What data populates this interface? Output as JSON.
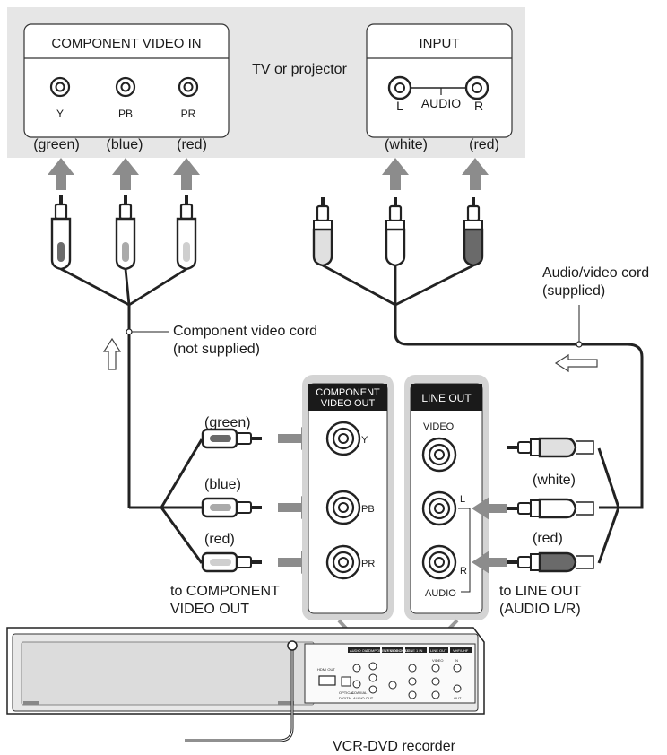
{
  "tv": {
    "name": "TV or projector",
    "component_panel": {
      "title": "COMPONENT VIDEO IN",
      "jacks": [
        {
          "label": "Y",
          "color": "(green)"
        },
        {
          "label": "PB",
          "color": "(blue)"
        },
        {
          "label": "PR",
          "color": "(red)"
        }
      ]
    },
    "input_panel": {
      "title": "INPUT",
      "left": "L",
      "audio": "AUDIO",
      "right": "R",
      "colors": [
        "(white)",
        "(red)"
      ]
    }
  },
  "cords": {
    "component": [
      "Component video cord",
      "(not supplied)"
    ],
    "av": [
      "Audio/video cord",
      "(supplied)"
    ]
  },
  "component_plugs": {
    "colors": [
      "(green)",
      "(blue)",
      "(red)"
    ],
    "target": [
      "to COMPONENT",
      "VIDEO OUT"
    ]
  },
  "recorder_panels": {
    "component_out": {
      "title": [
        "COMPONENT",
        "VIDEO OUT"
      ],
      "jacks": [
        "Y",
        "PB",
        "PR"
      ]
    },
    "line_out": {
      "title": "LINE OUT",
      "video": "VIDEO",
      "left": "L",
      "right": "R",
      "audio": "AUDIO"
    }
  },
  "av_plugs": {
    "colors": [
      "(white)",
      "(red)"
    ],
    "target": [
      "to LINE OUT",
      "(AUDIO L/R)"
    ]
  },
  "recorder": {
    "name": "VCR-DVD recorder",
    "rear_labels": [
      "AUDIO OUT",
      "COMPONENT VIDEO OUT",
      "S VIDEO OUT",
      "LINE 1 IN",
      "LINE OUT",
      "VHF/UHF",
      "HDMI OUT",
      "OPTICAL",
      "COAXIAL",
      "DIGITAL AUDIO OUT",
      "VIDEO",
      "IN",
      "OUT"
    ]
  }
}
